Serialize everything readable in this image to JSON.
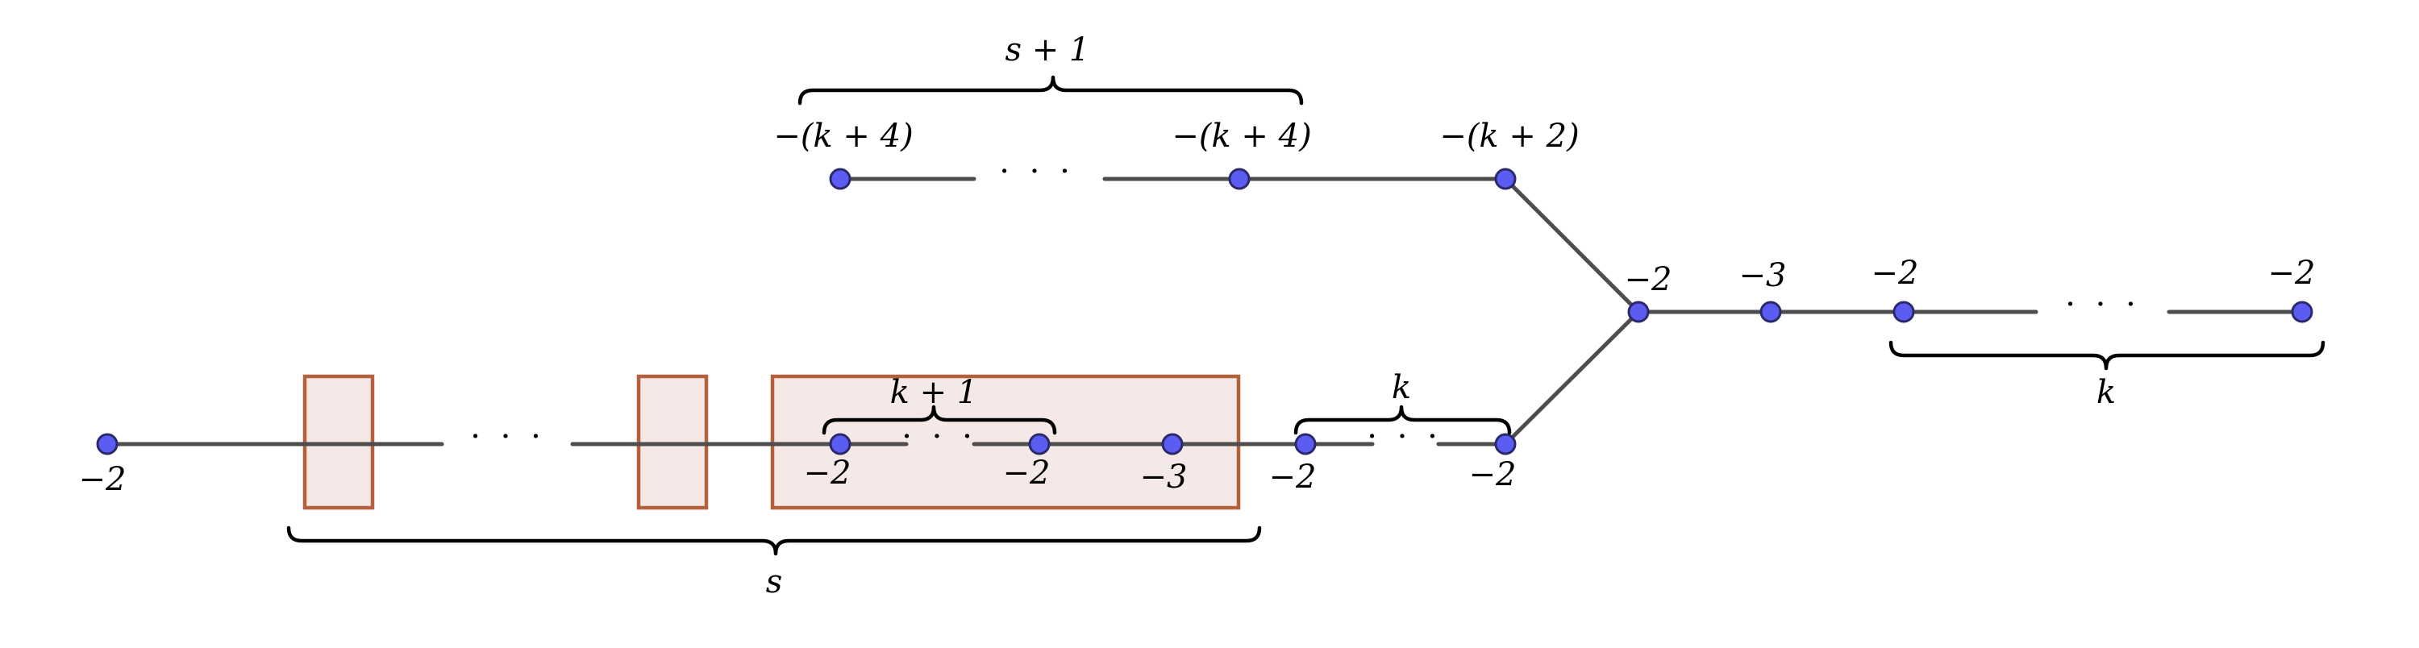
{
  "nodes": {
    "top_left": {
      "label": "−(k + 4)"
    },
    "top_mid": {
      "label": "−(k + 4)"
    },
    "top_right": {
      "label": "−(k + 2)"
    },
    "hub": {
      "label": "−2"
    },
    "r1": {
      "label": "−3"
    },
    "r2": {
      "label": "−2"
    },
    "r_end": {
      "label": "−2"
    },
    "b_left": {
      "label": "−2"
    },
    "b_in1": {
      "label": "−2"
    },
    "b_in2": {
      "label": "−2"
    },
    "b_in3": {
      "label": "−3"
    },
    "b_out1": {
      "label": "−2"
    },
    "b_out2": {
      "label": "−2"
    }
  },
  "ellipses": {
    "top": "· · ·",
    "right": "· · ·",
    "bottom_chain": "· · ·",
    "inner_box": "· · ·",
    "bottom_k": "· · ·"
  },
  "braces": {
    "top": "s + 1",
    "right": "k",
    "bottom_k": "k",
    "inner": "k + 1",
    "bottom_s": "s"
  }
}
